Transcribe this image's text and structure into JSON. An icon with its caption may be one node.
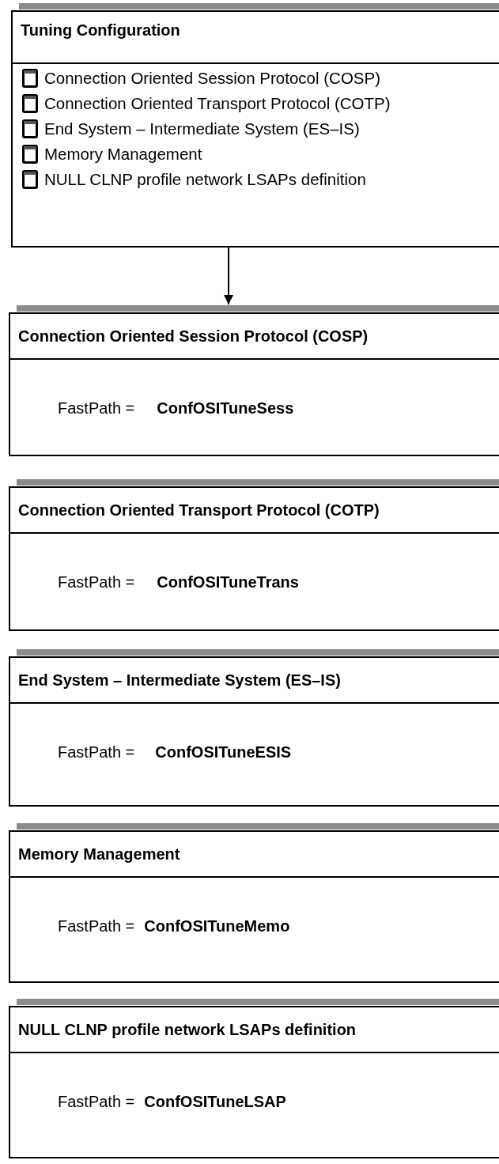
{
  "diagram": {
    "nodes": [
      {
        "text": [
          "Tuning Configuration",
          "Connection Oriented Session Protocol (COSP)",
          "Connection Oriented Transport Protocol (COTP)",
          "End System – Intermediate System (ES–IS)",
          "Memory Management",
          "NULL CLNP profile network LSAPs definition"
        ]
      },
      {
        "text": [
          "Connection Oriented Session Protocol (COSP)",
          "FastPath =",
          "ConfOSITuneSess"
        ]
      },
      {
        "text": [
          "Connection Oriented Transport Protocol (COTP)",
          "FastPath =",
          "ConfOSITuneTrans"
        ]
      },
      {
        "text": [
          "End System – Intermediate System (ES–IS)",
          "FastPath =",
          "ConfOSITuneESIS"
        ]
      },
      {
        "text": [
          "Memory Management",
          "FastPath =",
          "ConfOSITuneMemo"
        ]
      },
      {
        "text": [
          "NULL CLNP profile network LSAPs definition",
          "FastPath =",
          "ConfOSITuneLSAP"
        ]
      }
    ],
    "edges": [
      {
        "from": 0,
        "to": 1,
        "arrow": "to"
      }
    ]
  }
}
